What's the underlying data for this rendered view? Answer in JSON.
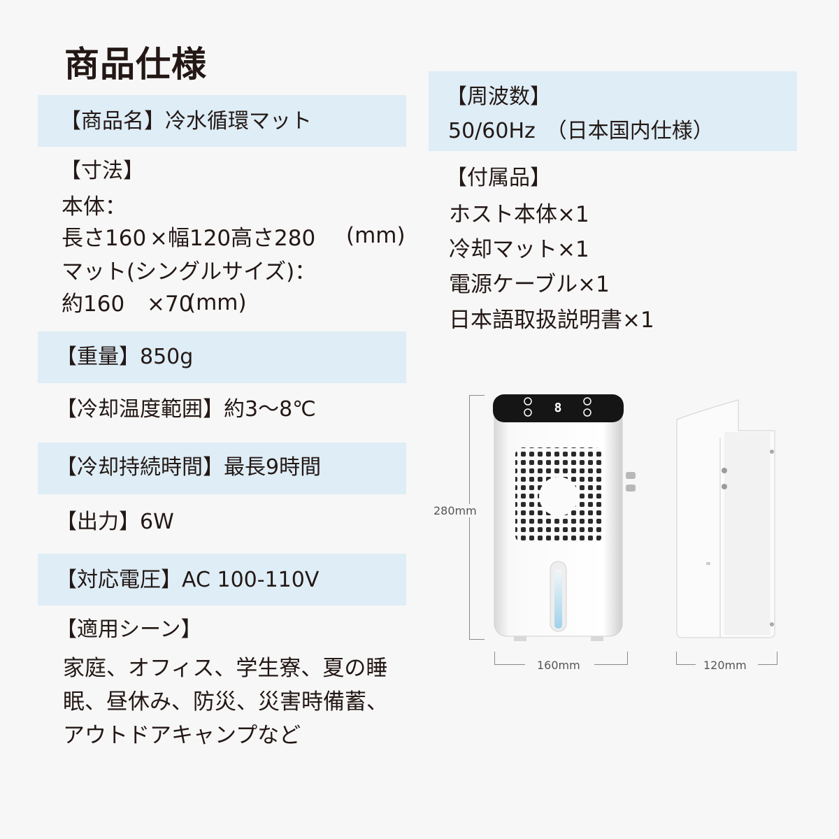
{
  "title": "商品仕様",
  "left": {
    "name": "【商品名】冷水循環マット",
    "size_head": "【寸法】",
    "size_body_label": "本体：",
    "size_body_l": "長さ160",
    "size_body_w": "×幅120",
    "size_body_h": "高さ280",
    "size_body_unit": "(mm)",
    "size_mat_label": "マット(シングルサイズ)：",
    "size_mat_v": "約160",
    "size_mat_x": "×70",
    "size_mat_unit": "(mm)",
    "weight": "【重量】850g",
    "temp": "【冷却温度範囲】約3～8℃",
    "duration": "【冷却持続時間】最長9時間",
    "power": "【出力】6W",
    "voltage": "【対応電圧】AC 100-110V",
    "scene_head": "【適用シーン】",
    "scene_1": "家庭、オフィス、学生寮、夏の睡",
    "scene_2": "眠、昼休み、防災、災害時備蓄、",
    "scene_3": "アウトドアキャンプなど"
  },
  "right": {
    "freq_head": "【周波数】",
    "freq_value": "50/60Hz　（日本国内仕様）",
    "acc_head": "【付属品】",
    "acc_1": "ホスト本体×1",
    "acc_2": "冷却マット×1",
    "acc_3": "電源ケーブル×1",
    "acc_4": "日本語取扱説明書×1"
  },
  "image": {
    "height_label": "280mm",
    "width_label": "160mm",
    "depth_label": "120mm",
    "display_digit": "8"
  },
  "colors": {
    "band": "#deedf6",
    "text": "#231815",
    "background": "#f7f7f7"
  }
}
